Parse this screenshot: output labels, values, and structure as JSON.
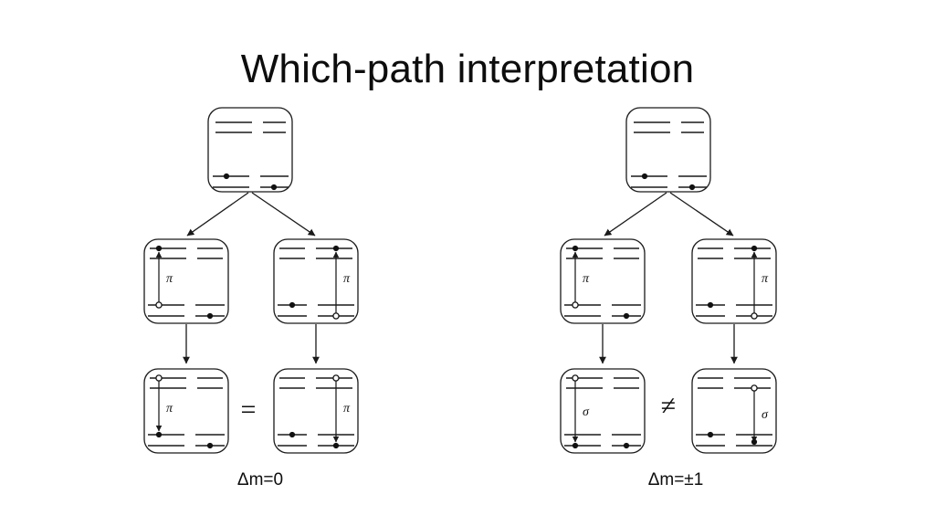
{
  "slide": {
    "title": "Which-path interpretation",
    "background_color": "#ffffff",
    "ink_color": "#0d0d0d"
  },
  "captions": {
    "left": "Δm=0",
    "right": "Δm=±1"
  },
  "relations": {
    "left": "=",
    "right": "≠"
  },
  "transition_labels": {
    "pi": "π",
    "sigma": "σ"
  },
  "branches": [
    {
      "id": "left-branch",
      "name": "delta-m-zero",
      "caption": "Δm=0",
      "relation": "=",
      "nodes": [
        {
          "id": "left-top",
          "role": "initial-state",
          "transition": null,
          "transition_label": null,
          "left_column": {
            "upper_levels": 2,
            "lower_levels": 2,
            "electron_on": "lower-upper"
          },
          "right_column": {
            "upper_levels": 2,
            "lower_levels": 2,
            "electron_on": "lower-lower"
          }
        },
        {
          "id": "left-mid-left",
          "role": "excited-state",
          "transition": "pi",
          "transition_label": "π",
          "transition_side": "left",
          "transition_direction": "up",
          "transition_from": "lower-upper",
          "transition_to": "upper-lower",
          "left_column": {
            "upper_levels": 2,
            "lower_levels": 2,
            "electron_on": "upper-lower"
          },
          "right_column": {
            "upper_levels": 2,
            "lower_levels": 2,
            "electron_on": "lower-lower"
          }
        },
        {
          "id": "left-mid-right",
          "role": "excited-state",
          "transition": "pi",
          "transition_label": "π",
          "transition_side": "right",
          "transition_direction": "up",
          "transition_from": "lower-upper",
          "transition_to": "upper-lower",
          "left_column": {
            "upper_levels": 2,
            "lower_levels": 2,
            "electron_on": "lower-upper"
          },
          "right_column": {
            "upper_levels": 2,
            "lower_levels": 2,
            "electron_on": "upper-lower"
          }
        },
        {
          "id": "left-bottom-left",
          "role": "final-state",
          "transition": "pi",
          "transition_label": "π",
          "transition_side": "left",
          "transition_direction": "down",
          "transition_from": "upper-lower",
          "transition_to": "lower-upper",
          "left_column": {
            "upper_levels": 2,
            "lower_levels": 2,
            "electron_on": "lower-upper"
          },
          "right_column": {
            "upper_levels": 2,
            "lower_levels": 2,
            "electron_on": "lower-lower"
          }
        },
        {
          "id": "left-bottom-right",
          "role": "final-state",
          "transition": "pi",
          "transition_label": "π",
          "transition_side": "right",
          "transition_direction": "down",
          "transition_from": "upper-lower",
          "transition_to": "lower-upper",
          "left_column": {
            "upper_levels": 2,
            "lower_levels": 2,
            "electron_on": "lower-upper"
          },
          "right_column": {
            "upper_levels": 2,
            "lower_levels": 2,
            "electron_on": "lower-upper"
          }
        }
      ]
    },
    {
      "id": "right-branch",
      "name": "delta-m-plus-minus-one",
      "caption": "Δm=±1",
      "relation": "≠",
      "nodes": [
        {
          "id": "right-top",
          "role": "initial-state",
          "transition": null,
          "transition_label": null,
          "left_column": {
            "upper_levels": 2,
            "lower_levels": 2,
            "electron_on": "lower-upper"
          },
          "right_column": {
            "upper_levels": 2,
            "lower_levels": 2,
            "electron_on": "lower-lower"
          }
        },
        {
          "id": "right-mid-left",
          "role": "excited-state",
          "transition": "pi",
          "transition_label": "π",
          "transition_side": "left",
          "transition_direction": "up",
          "transition_from": "lower-upper",
          "transition_to": "upper-lower",
          "left_column": {
            "upper_levels": 2,
            "lower_levels": 2,
            "electron_on": "upper-lower"
          },
          "right_column": {
            "upper_levels": 2,
            "lower_levels": 2,
            "electron_on": "lower-lower"
          }
        },
        {
          "id": "right-mid-right",
          "role": "excited-state",
          "transition": "pi",
          "transition_label": "π",
          "transition_side": "right",
          "transition_direction": "up",
          "transition_from": "lower-upper",
          "transition_to": "upper-lower",
          "left_column": {
            "upper_levels": 2,
            "lower_levels": 2,
            "electron_on": "lower-upper"
          },
          "right_column": {
            "upper_levels": 2,
            "lower_levels": 2,
            "electron_on": "upper-lower"
          }
        },
        {
          "id": "right-bottom-left",
          "role": "final-state",
          "transition": "sigma",
          "transition_label": "σ",
          "transition_side": "left",
          "transition_direction": "down",
          "transition_from": "upper-lower",
          "transition_to": "lower-lower",
          "left_column": {
            "upper_levels": 2,
            "lower_levels": 2,
            "electron_on": "lower-lower"
          },
          "right_column": {
            "upper_levels": 2,
            "lower_levels": 2,
            "electron_on": "lower-lower"
          }
        },
        {
          "id": "right-bottom-right",
          "role": "final-state",
          "transition": "sigma",
          "transition_label": "σ",
          "transition_side": "right",
          "transition_direction": "down",
          "transition_from": "upper-lower",
          "transition_to": "lower-lower",
          "left_column": {
            "upper_levels": 2,
            "lower_levels": 2,
            "electron_on": "lower-upper"
          },
          "right_column": {
            "upper_levels": 2,
            "lower_levels": 2,
            "electron_on": "lower-lower"
          }
        }
      ]
    }
  ]
}
